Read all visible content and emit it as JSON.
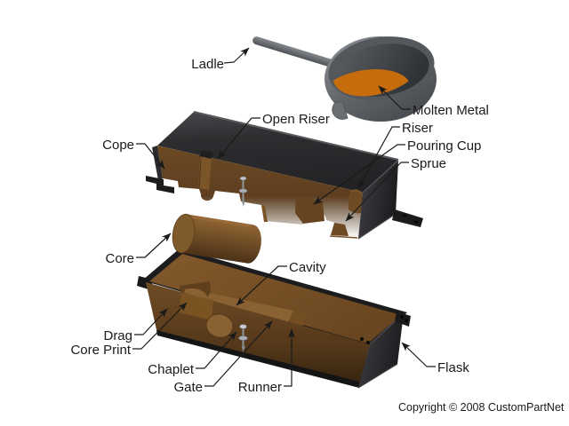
{
  "diagram": {
    "labels": {
      "ladle": "Ladle",
      "molten_metal": "Molten Metal",
      "open_riser": "Open Riser",
      "riser": "Riser",
      "pouring_cup": "Pouring Cup",
      "sprue": "Sprue",
      "cope": "Cope",
      "core": "Core",
      "cavity": "Cavity",
      "drag": "Drag",
      "core_print": "Core Print",
      "chaplet": "Chaplet",
      "gate": "Gate",
      "runner": "Runner",
      "flask": "Flask"
    },
    "copyright": "Copyright © 2008 CustomPartNet",
    "colors": {
      "background": "#ffffff",
      "sand_brown": "#6b4a25",
      "sand_light": "#8a6132",
      "sand_dark": "#3c2812",
      "flask_black": "#1c1c1e",
      "metal_orange": "#c66c0c",
      "ladle_gray": "#64686c",
      "label_text": "#1a1a1a"
    }
  }
}
